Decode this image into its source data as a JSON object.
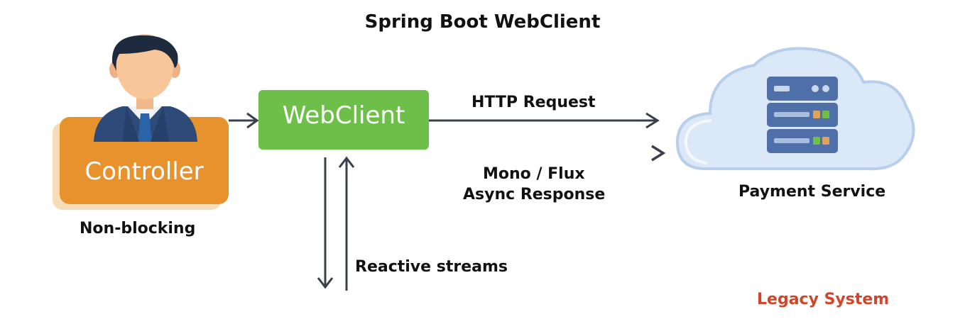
{
  "title": "Spring Boot WebClient",
  "controller": {
    "label": "Controller",
    "caption": "Non-blocking"
  },
  "webclient": {
    "label": "WebClient"
  },
  "request": {
    "label": "HTTP Request"
  },
  "response": {
    "line1": "Mono / Flux",
    "line2": "Async Response"
  },
  "streams": {
    "label": "Reactive streams"
  },
  "service": {
    "caption": "Payment Service"
  },
  "legacy": {
    "label": "Legacy System"
  },
  "colors": {
    "controller": "#e8922e",
    "webclient": "#6ebf4a",
    "legacy": "#d1452a",
    "arrow": "#3a3f4a",
    "cloud": "#dbe8f7",
    "server": "#4e6fa8"
  },
  "icons": [
    "person-icon",
    "cloud-icon",
    "server-icon"
  ]
}
